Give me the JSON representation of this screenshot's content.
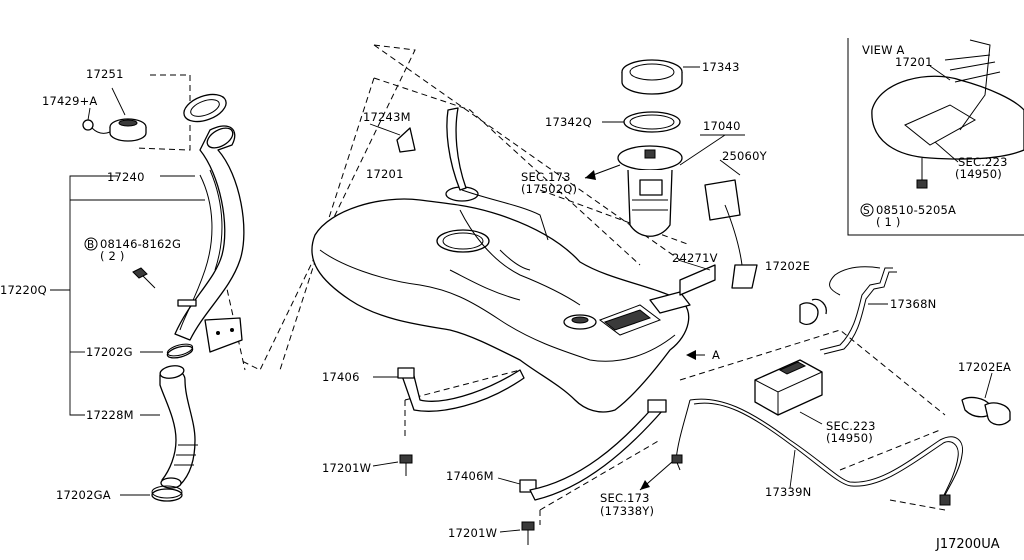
{
  "drawing_code": "J17200UA",
  "view_a": {
    "title": "VIEW A",
    "part": "17201",
    "sec_label": "SEC.223",
    "sec_sub": "(14950)",
    "bolt_symbol": "S",
    "bolt_code": "08510-5205A",
    "bolt_qty": "( 1 )"
  },
  "arrow_a_label": "A",
  "screw": {
    "symbol": "B",
    "code": "08146-8162G",
    "qty": "( 2 )"
  },
  "labels": {
    "p17251": "17251",
    "p17429a": "17429+A",
    "p17240": "17240",
    "p17220q": "17220Q",
    "p17202g": "17202G",
    "p17228m": "17228M",
    "p17202ga": "17202GA",
    "p17243m": "17243M",
    "p17201": "17201",
    "p17343": "17343",
    "p17342q": "17342Q",
    "p17040": "17040",
    "p25060y": "25060Y",
    "sec173a": "SEC.173",
    "sec173a_sub": "(17502Q)",
    "p24271v": "24271V",
    "p17202e": "17202E",
    "p17368n": "17368N",
    "p17406": "17406",
    "p17201w_a": "17201W",
    "p17406m": "17406M",
    "p17201w_b": "17201W",
    "sec173b": "SEC.173",
    "sec173b_sub": "(17338Y)",
    "sec223": "SEC.223",
    "sec223_sub": "(14950)",
    "p17339n": "17339N",
    "p17202ea": "17202EA"
  }
}
